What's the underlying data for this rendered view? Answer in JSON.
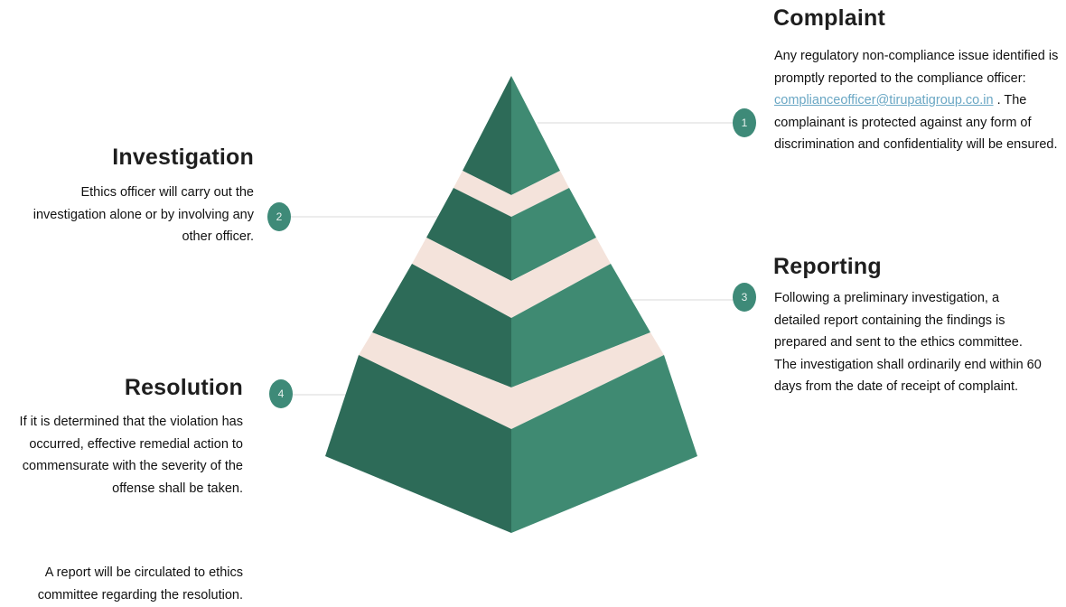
{
  "colors": {
    "pyramid_light": "#3f8a72",
    "pyramid_dark": "#2d6b58",
    "gap": "#f4e3db",
    "badge": "#3e8a78",
    "connector": "#d9d9d9",
    "link": "#6aa7c4"
  },
  "steps": {
    "complaint": {
      "number": "1",
      "title": "Complaint",
      "text_before": "Any regulatory non-compliance issue identified is promptly reported to the compliance officer:",
      "email": "complianceofficer@tirupatigroup.co.in",
      "text_after": ". The complainant is protected against any form of discrimination and confidentiality will be ensured."
    },
    "investigation": {
      "number": "2",
      "title": "Investigation",
      "text": "Ethics officer will carry out the investigation alone or by involving any other officer."
    },
    "reporting": {
      "number": "3",
      "title": "Reporting",
      "text": "Following a preliminary investigation, a detailed report containing the findings is prepared and sent to the ethics committee. The investigation shall ordinarily end within 60 days from the date of receipt of complaint."
    },
    "resolution": {
      "number": "4",
      "title": "Resolution",
      "text": "If it is determined that the violation has occurred, effective remedial action to commensurate with the severity of the offense shall be taken.",
      "note": "A report will be circulated to ethics committee regarding the resolution."
    }
  }
}
